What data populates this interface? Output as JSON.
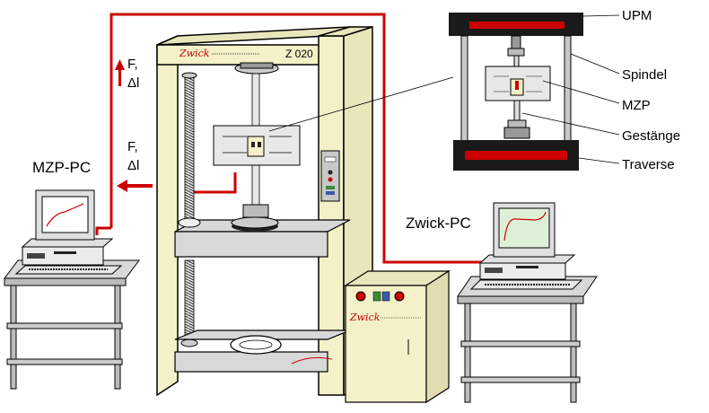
{
  "labels": {
    "upm": "UPM",
    "spindel": "Spindel",
    "mzp": "MZP",
    "gestaenge": "Gestänge",
    "traverse": "Traverse",
    "mzp_pc": "MZP-PC",
    "zwick_pc": "Zwick-PC",
    "force_top_line1": "F,",
    "force_top_line2": "Δl",
    "force_mid_line1": "F,",
    "force_mid_line2": "Δl",
    "brand_frame": "Zwick",
    "model_frame": "Z 020",
    "brand_cabinet": "Zwick"
  },
  "colors": {
    "cable": "#cc0000",
    "frame_fill": "#f4f0c8",
    "metal": "#d8d8d8",
    "dark": "#1a1a1a",
    "screen": "#dff0d8"
  },
  "icons": {
    "arrow_up": "arrow-up-icon",
    "arrow_left": "arrow-left-icon"
  }
}
